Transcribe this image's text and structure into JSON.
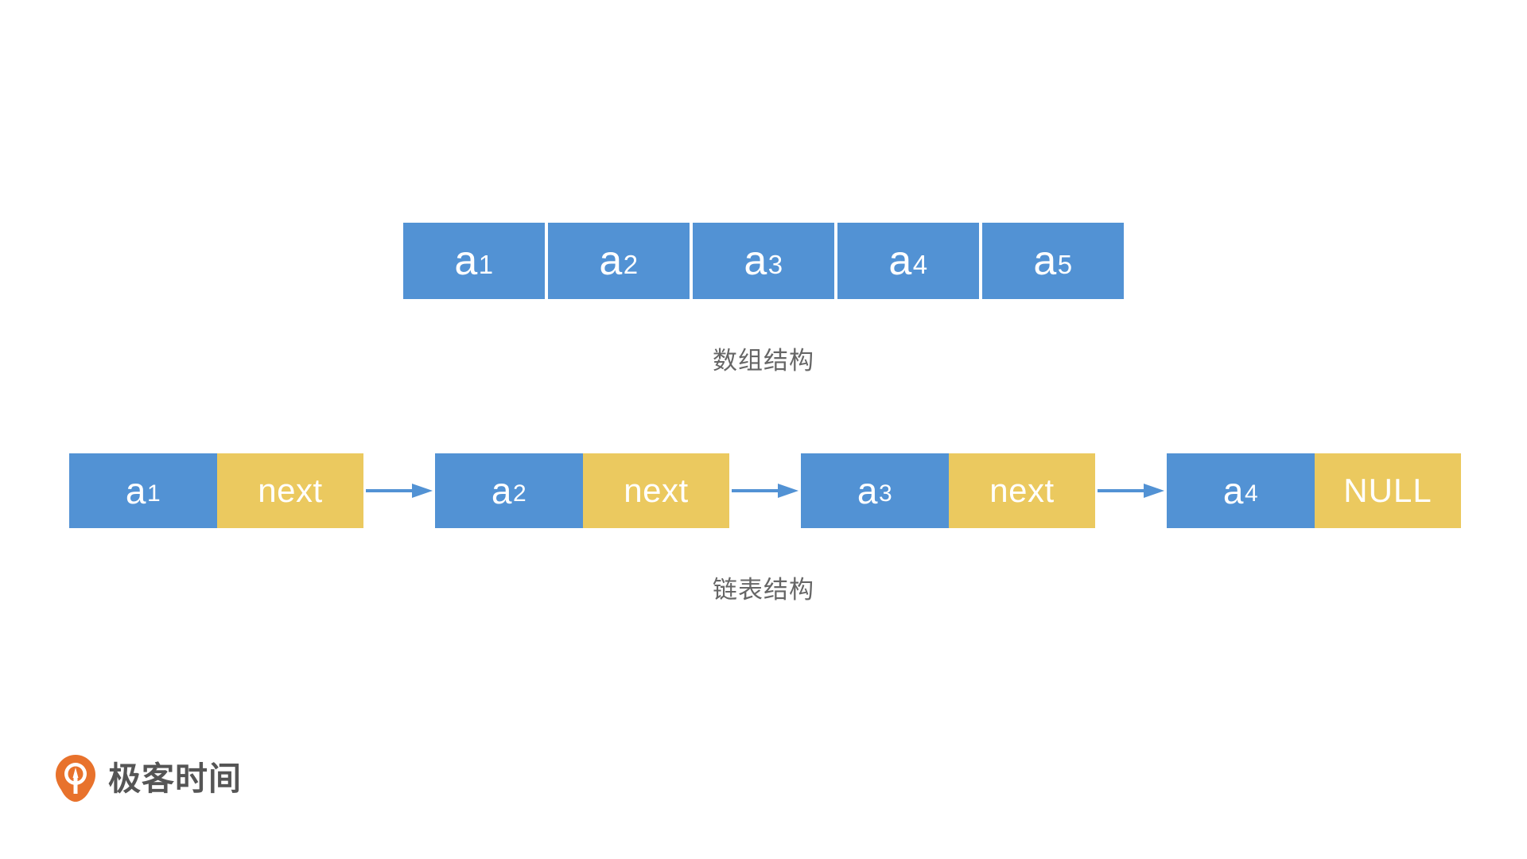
{
  "colors": {
    "background": "#ffffff",
    "data_cell": "#5292d4",
    "pointer_cell": "#ebc95f",
    "arrow": "#5292d4",
    "caption_text": "#666666",
    "logo_orange": "#e8722c",
    "logo_text": "#555555"
  },
  "array_diagram": {
    "cells": [
      {
        "base": "a",
        "sub": "1"
      },
      {
        "base": "a",
        "sub": "2"
      },
      {
        "base": "a",
        "sub": "3"
      },
      {
        "base": "a",
        "sub": "4"
      },
      {
        "base": "a",
        "sub": "5"
      }
    ],
    "caption": "数组结构"
  },
  "linked_list_diagram": {
    "nodes": [
      {
        "data_base": "a",
        "data_sub": "1",
        "pointer": "next",
        "is_null": false
      },
      {
        "data_base": "a",
        "data_sub": "2",
        "pointer": "next",
        "is_null": false
      },
      {
        "data_base": "a",
        "data_sub": "3",
        "pointer": "next",
        "is_null": false
      },
      {
        "data_base": "a",
        "data_sub": "4",
        "pointer": "NULL",
        "is_null": true
      }
    ],
    "arrow_count": 3,
    "caption": "链表结构"
  },
  "logo": {
    "text": "极客时间",
    "mark": "geektime-pin-icon"
  }
}
